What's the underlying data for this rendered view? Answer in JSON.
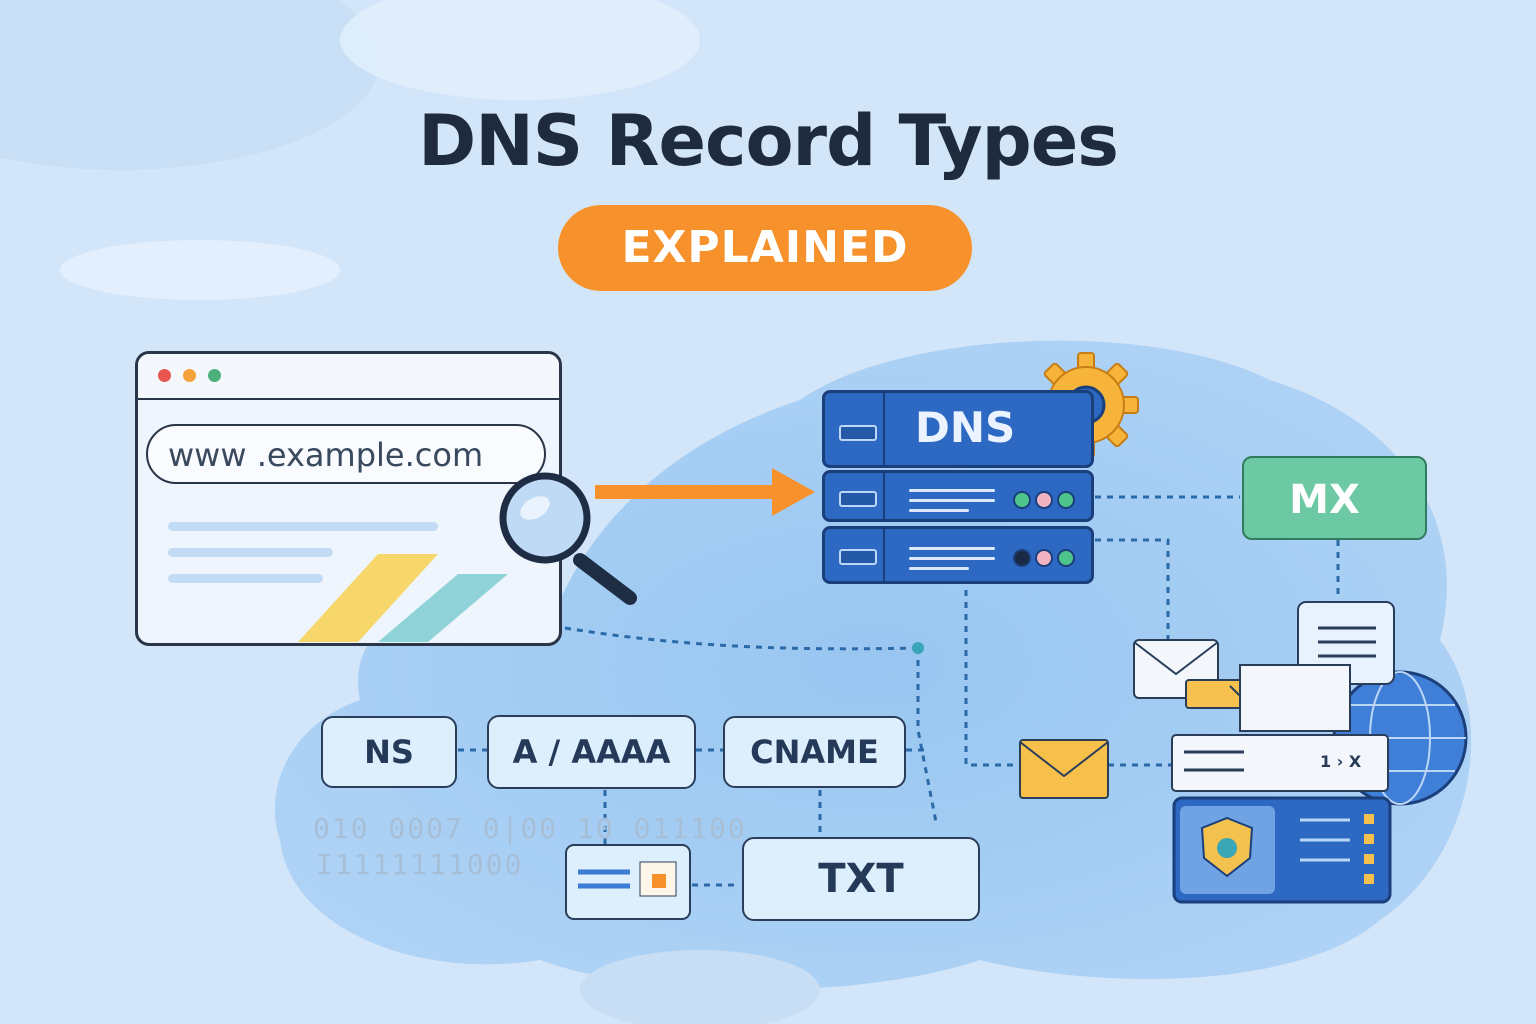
{
  "header": {
    "title": "DNS Record Types",
    "badge": "EXPLAINED"
  },
  "browser": {
    "url": "www .example.com"
  },
  "dns_server": {
    "label": "DNS"
  },
  "records": {
    "ns": "NS",
    "a_aaaa": "A / AAAA",
    "cname": "CNAME",
    "txt": "TXT",
    "mx": "MX"
  },
  "binary": {
    "row1": "010 0007 0|00 10 011100",
    "row2": "I1111111000"
  },
  "panel": {
    "readout": "1 › X"
  },
  "colors": {
    "background": "#d3e6f9",
    "accent_orange": "#f7912b",
    "server_blue": "#2d69c3",
    "mx_green": "#6dc9a3",
    "title_dark": "#1e2b3c"
  }
}
